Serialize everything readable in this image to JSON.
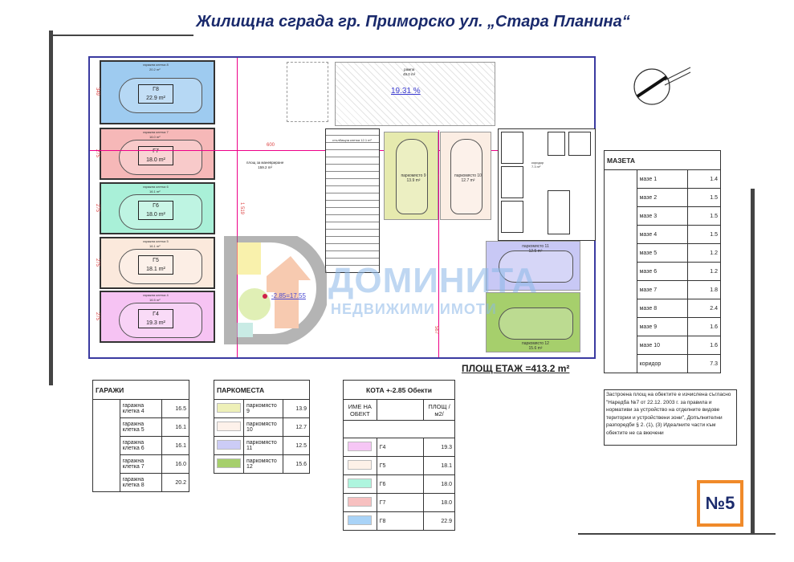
{
  "title": "Жилищна сграда гр. Приморско ул. „Стара Планина“",
  "plan": {
    "garages": [
      {
        "caption": "гаражна клетка 8",
        "caption_area": "20.2 m²",
        "label": "Г8",
        "area": "22.9 m²",
        "color": "#9ecbf0",
        "dim": "349"
      },
      {
        "caption": "гаражна клетка 7",
        "caption_area": "16.0 m²",
        "label": "Г7",
        "area": "18.0 m²",
        "color": "#f6b8b8",
        "dim": "275"
      },
      {
        "caption": "гаражна клетка 6",
        "caption_area": "16.1 m²",
        "label": "Г6",
        "area": "18.0 m²",
        "color": "#a9f0d8",
        "dim": "275"
      },
      {
        "caption": "гаражна клетка 5",
        "caption_area": "16.1 m²",
        "label": "Г5",
        "area": "18.1 m²",
        "color": "#fbe9dc",
        "dim": "275"
      },
      {
        "caption": "гаражна клетка 4",
        "caption_area": "16.5 m²",
        "label": "Г4",
        "area": "19.3 m²",
        "color": "#f6c3f3",
        "dim": "275"
      }
    ],
    "maneuver_label": "площ за маневриране",
    "maneuver_area": "159.2 m²",
    "dim_600": "600",
    "dim_1519": "1 519",
    "dim_500": "500",
    "dim_567": "567",
    "ramp_label": "рампа",
    "ramp_area": "49.0 m²",
    "ramp_slope": "19.31 %",
    "level_mark": "-2.85=17.55",
    "stair_label": "стълбищна клетка",
    "stair_area": "12.1 m²",
    "parking": [
      {
        "label": "паркомясто 9",
        "area": "13.9 m²",
        "color": "#e6eaae"
      },
      {
        "label": "паркомясто 10",
        "area": "12.7 m²",
        "color": "#fbede3"
      },
      {
        "label": "паркомясто 11",
        "area": "12.5 m²",
        "color": "#c8c8f5"
      },
      {
        "label": "паркомясто 12",
        "area": "15.6 m²",
        "color": "#a6cf6c"
      }
    ],
    "corridor_label": "коридор",
    "corridor_area": "7.3 m²",
    "watermark_main": "ДОМИНИТА",
    "watermark_sub": "НЕДВИЖИМИ ИМОТИ"
  },
  "floor_area": "ПЛОЩ ЕТАЖ =413.2 m²",
  "mazeta": {
    "title": "МАЗЕТА",
    "rows": [
      {
        "name": "мазе  1",
        "val": "1.4"
      },
      {
        "name": "мазе  2",
        "val": "1.5"
      },
      {
        "name": "мазе  3",
        "val": "1.5"
      },
      {
        "name": "мазе  4",
        "val": "1.5"
      },
      {
        "name": "мазе  5",
        "val": "1.2"
      },
      {
        "name": "мазе  6",
        "val": "1.2"
      },
      {
        "name": "мазе  7",
        "val": "1.8"
      },
      {
        "name": "мазе  8",
        "val": "2.4"
      },
      {
        "name": "мазе  9",
        "val": "1.6"
      },
      {
        "name": "мазе 10",
        "val": "1.6"
      },
      {
        "name": "коридор",
        "val": "7.3"
      }
    ]
  },
  "note": "Застроена площ на обектите е изчислена съгласно \"Наредба №7 от 22.12. 2003 г. за правила и нормативи за устройство на отделните видове територии и устройствени зони\", Допълнителни разпоредби § 2. (1), (3) Идеалните части към обектите не са вкючени",
  "garages_table": {
    "title": "ГАРАЖИ",
    "rows": [
      {
        "name": "гаражна клетка 4",
        "val": "16.5"
      },
      {
        "name": "гаражна клетка 5",
        "val": "16.1"
      },
      {
        "name": "гаражна клетка 6",
        "val": "16.1"
      },
      {
        "name": "гаражна клетка 7",
        "val": "16.0"
      },
      {
        "name": "гаражна клетка 8",
        "val": "20.2"
      }
    ]
  },
  "parking_table": {
    "title": "ПАРКОМЕСТА",
    "rows": [
      {
        "name": "паркомясто  9",
        "val": "13.9",
        "color": "#eef0b8"
      },
      {
        "name": "паркомясто 10",
        "val": "12.7",
        "color": "#fdf1ea"
      },
      {
        "name": "паркомясто 11",
        "val": "12.5",
        "color": "#ccccf6"
      },
      {
        "name": "паркомясто 12",
        "val": "15.6",
        "color": "#a6cf6c"
      }
    ]
  },
  "kota_table": {
    "title": "КОТА +-2.85 Обекти",
    "col1": "ИМЕ НА ОБЕКТ",
    "col3": "ПЛОЩ /м2/",
    "rows": [
      {
        "name": "Г4",
        "val": "19.3",
        "color": "#f6c6f5"
      },
      {
        "name": "Г5",
        "val": "18.1",
        "color": "#fdf1e8"
      },
      {
        "name": "Г6",
        "val": "18.0",
        "color": "#aef5de"
      },
      {
        "name": "Г7",
        "val": "18.0",
        "color": "#f7c0c0"
      },
      {
        "name": "Г8",
        "val": "22.9",
        "color": "#a9d3f7"
      }
    ]
  },
  "badge": "№5"
}
